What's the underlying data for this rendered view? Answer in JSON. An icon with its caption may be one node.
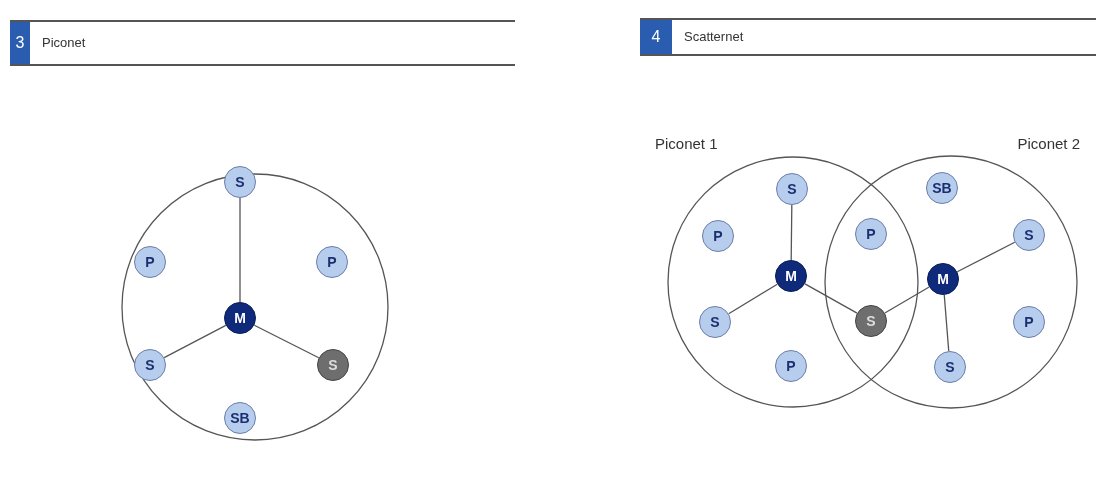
{
  "diagram": {
    "nodes": [
      {
        "text": [],
        "shape": "circle"
      },
      {
        "text": [
          "S"
        ],
        "in": 0
      },
      {
        "text": [
          "P"
        ],
        "in": 0
      },
      {
        "text": [
          "P"
        ],
        "in": 0
      },
      {
        "text": [
          "M"
        ],
        "in": 0
      },
      {
        "text": [
          "S"
        ],
        "in": 0
      },
      {
        "text": [
          "S"
        ],
        "in": 0
      },
      {
        "text": [
          "SB"
        ],
        "in": 0
      },
      {
        "text": [
          "Piconet 1"
        ]
      },
      {
        "text": [
          "Piconet 2"
        ]
      },
      {
        "text": [
          "S"
        ],
        "in": 8
      },
      {
        "text": [
          "P"
        ],
        "in": 8
      },
      {
        "text": [
          "M"
        ],
        "in": 8
      },
      {
        "text": [
          "S"
        ],
        "in": 8
      },
      {
        "text": [
          "P"
        ],
        "in": 8
      },
      {
        "text": [
          "P"
        ]
      },
      {
        "text": [
          "S"
        ]
      },
      {
        "text": [
          "SB"
        ],
        "in": 9
      },
      {
        "text": [
          "S"
        ],
        "in": 9
      },
      {
        "text": [
          "M"
        ],
        "in": 9
      },
      {
        "text": [
          "P"
        ],
        "in": 9
      },
      {
        "text": [
          "S"
        ],
        "in": 9
      }
    ],
    "edges": [
      {
        "from": 4,
        "to": 1,
        "arrow": "none"
      },
      {
        "from": 4,
        "to": 5,
        "arrow": "none"
      },
      {
        "from": 4,
        "to": 6,
        "arrow": "none"
      },
      {
        "from": 12,
        "to": 10,
        "arrow": "none"
      },
      {
        "from": 12,
        "to": 13,
        "arrow": "none"
      },
      {
        "from": 12,
        "to": 16,
        "arrow": "none"
      },
      {
        "from": 19,
        "to": 16,
        "arrow": "none"
      },
      {
        "from": 19,
        "to": 18,
        "arrow": "none"
      },
      {
        "from": 19,
        "to": 21,
        "arrow": "none"
      }
    ],
    "labels": [
      "3",
      "Piconet",
      "4",
      "Scatternet"
    ]
  }
}
